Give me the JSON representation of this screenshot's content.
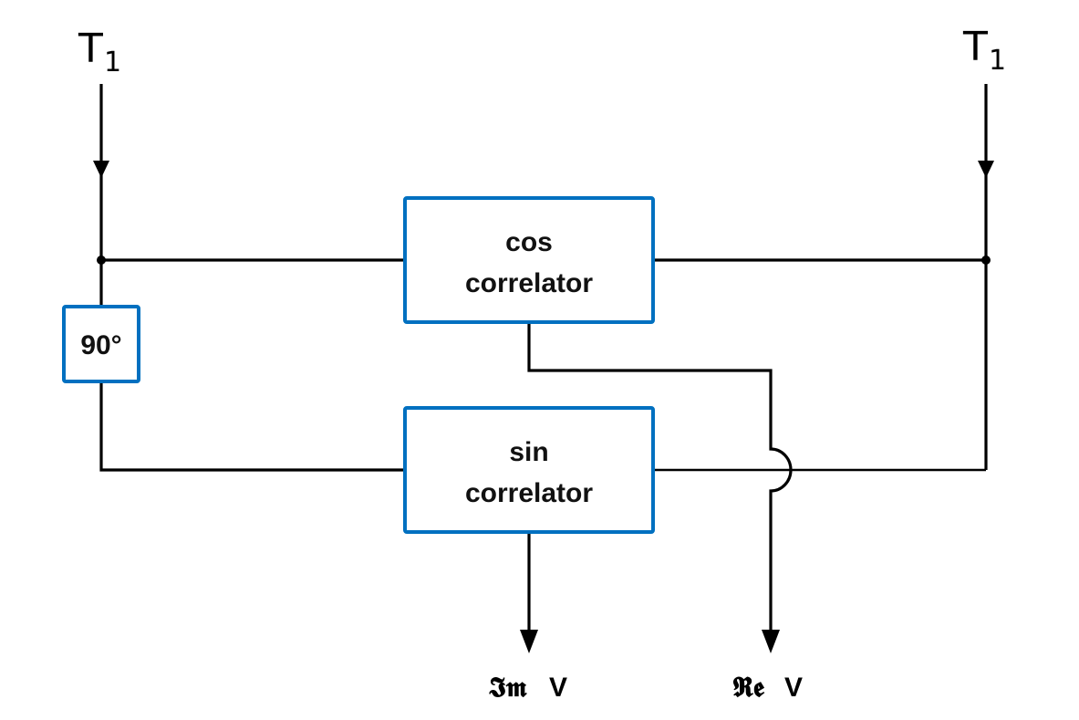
{
  "diagram": {
    "type": "block-diagram",
    "description": "Complex correlator: cos and sin correlators with 90 degree phase shift",
    "inputs": {
      "left": {
        "label": "T",
        "subscript": "1"
      },
      "right": {
        "label": "T",
        "subscript": "1"
      }
    },
    "phase_shifter": {
      "label": "90°"
    },
    "cos_correlator": {
      "line1": "cos",
      "line2": "correlator"
    },
    "sin_correlator": {
      "line1": "sin",
      "line2": "correlator"
    },
    "outputs": {
      "imaginary": {
        "symbol": "𝕴𝖒",
        "var": "V"
      },
      "real": {
        "symbol": "𝕽𝖊",
        "var": "V"
      }
    },
    "colors": {
      "box_border": "#0070c0",
      "wire": "#000000",
      "text": "#111111"
    }
  }
}
